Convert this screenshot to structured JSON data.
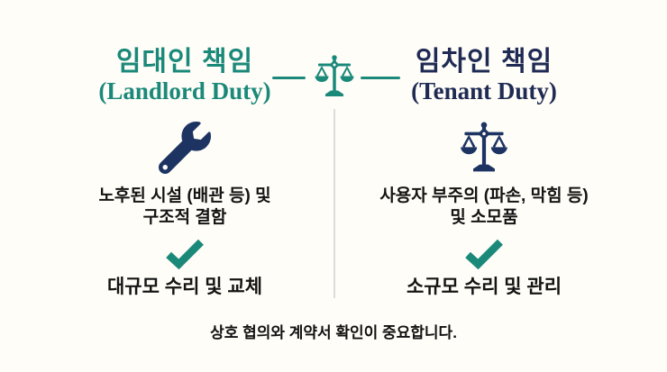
{
  "header": {
    "left": {
      "title_ko": "임대인 책임",
      "title_en": "(Landlord Duty)"
    },
    "right": {
      "title_ko": "임차인 책임",
      "title_en": "(Tenant Duty)"
    },
    "center_icon": "balance-scale-icon"
  },
  "columns": {
    "landlord": {
      "icon": "wrench-icon",
      "description_line1": "노후된 시설 (배관 등) 및",
      "description_line2": "구조적 결함",
      "check_icon": "checkmark-icon",
      "result": "대규모 수리 및 교체"
    },
    "tenant": {
      "icon": "balance-scale-icon",
      "description_line1": "사용자 부주의 (파손, 막힘 등)",
      "description_line2": "및 소모품",
      "check_icon": "checkmark-icon",
      "result": "소규모 수리 및 관리"
    }
  },
  "footer": {
    "note": "상호 협의와 계약서 확인이 중요합니다."
  },
  "colors": {
    "teal_accent": "#1b897a",
    "navy_title": "#1f2b54",
    "icon_navy": "#1d3463",
    "body_text": "#141414",
    "divider": "#dcdcda",
    "background": "#fffdf7"
  }
}
